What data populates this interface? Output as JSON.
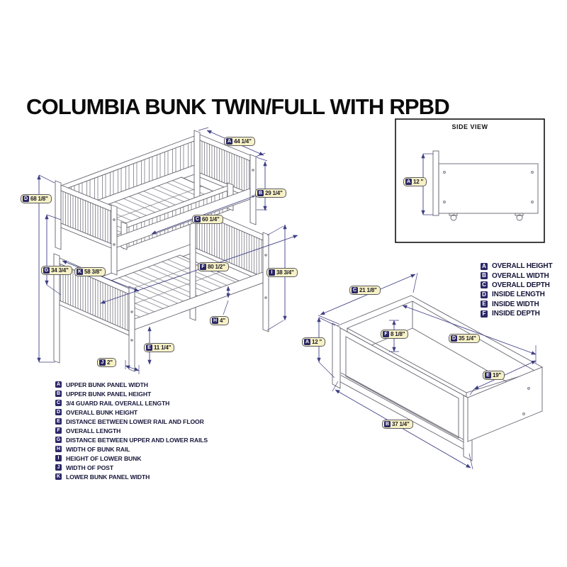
{
  "title": "COLUMBIA BUNK TWIN/FULL WITH RPBD",
  "side_view": {
    "title": "SIDE VIEW",
    "dimension": {
      "letter": "A",
      "value": "12 \""
    }
  },
  "bed_dimensions": {
    "A": {
      "letter": "A",
      "value": "44 1/4\""
    },
    "B": {
      "letter": "B",
      "value": "29 1/4\""
    },
    "C": {
      "letter": "C",
      "value": "60 1/4\""
    },
    "D": {
      "letter": "D",
      "value": "68 1/8\""
    },
    "E": {
      "letter": "E",
      "value": "11 1/4\""
    },
    "F": {
      "letter": "F",
      "value": "80 1/2\""
    },
    "G": {
      "letter": "G",
      "value": "34 3/4\""
    },
    "H": {
      "letter": "H",
      "value": "4\""
    },
    "I": {
      "letter": "I",
      "value": "38 3/4\""
    },
    "J": {
      "letter": "J",
      "value": "2\""
    },
    "K": {
      "letter": "K",
      "value": "58 3/8\""
    }
  },
  "drawer_dimensions": {
    "A": {
      "letter": "A",
      "value": "12 \""
    },
    "B": {
      "letter": "B",
      "value": "37 1/4\""
    },
    "C": {
      "letter": "C",
      "value": "21 1/8\""
    },
    "D": {
      "letter": "D",
      "value": "35 1/4\""
    },
    "E": {
      "letter": "E",
      "value": "19\""
    },
    "F": {
      "letter": "F",
      "value": "8 1/8\""
    }
  },
  "bunk_legend": {
    "items": [
      {
        "letter": "A",
        "label": "UPPER BUNK PANEL WIDTH"
      },
      {
        "letter": "B",
        "label": "UPPER BUNK PANEL HEIGHT"
      },
      {
        "letter": "C",
        "label": "3/4 GUARD RAIL OVERALL LENGTH"
      },
      {
        "letter": "D",
        "label": "OVERALL BUNK HEIGHT"
      },
      {
        "letter": "E",
        "label": "DISTANCE BETWEEN LOWER RAIL AND FLOOR"
      },
      {
        "letter": "F",
        "label": "OVERALL LENGTH"
      },
      {
        "letter": "G",
        "label": "DISTANCE BETWEEN UPPER AND LOWER RAILS"
      },
      {
        "letter": "H",
        "label": "WIDTH OF BUNK RAIL"
      },
      {
        "letter": "I",
        "label": "HEIGHT OF LOWER BUNK"
      },
      {
        "letter": "J",
        "label": "WIDTH OF POST"
      },
      {
        "letter": "K",
        "label": "LOWER BUNK PANEL WIDTH"
      }
    ]
  },
  "drawer_legend": {
    "items": [
      {
        "letter": "A",
        "label": "OVERALL HEIGHT"
      },
      {
        "letter": "B",
        "label": "OVERALL WIDTH"
      },
      {
        "letter": "C",
        "label": "OVERALL DEPTH"
      },
      {
        "letter": "D",
        "label": "INSIDE LENGTH"
      },
      {
        "letter": "E",
        "label": "INSIDE WIDTH"
      },
      {
        "letter": "F",
        "label": "INSIDE DEPTH"
      }
    ]
  },
  "colors": {
    "badge": "#2a2766",
    "label_background": "#f7f1c6",
    "dimension_line": "#3f3f85"
  }
}
